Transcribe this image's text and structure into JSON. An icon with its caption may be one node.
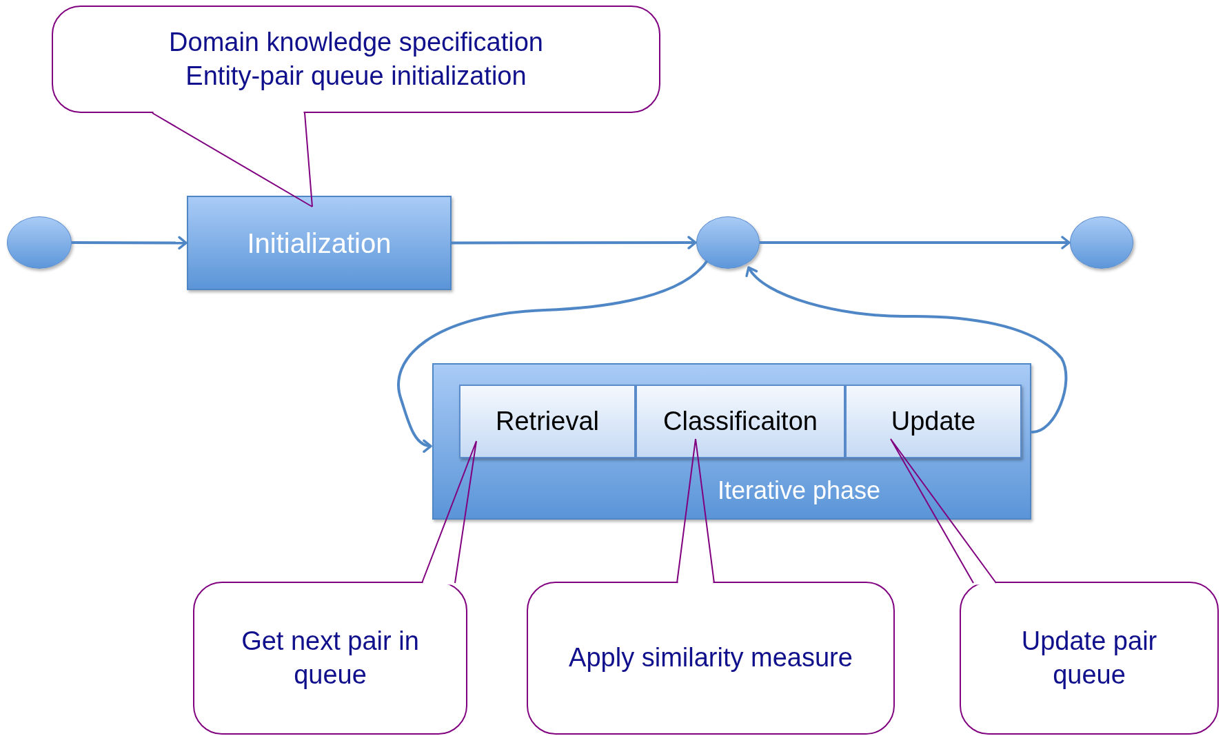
{
  "diagram": {
    "nodes": [
      {
        "text": [
          "Domain knowledge specification",
          "Entity-pair queue initialization"
        ]
      },
      {
        "text": [],
        "shape": "circle"
      },
      {
        "text": [
          "Initialization"
        ]
      },
      {
        "text": [],
        "shape": "circle"
      },
      {
        "text": [],
        "shape": "circle"
      },
      {
        "text": [
          "Iterative phase"
        ]
      },
      {
        "text": [
          "Retrieval"
        ],
        "in": 5
      },
      {
        "text": [
          "Classificaiton"
        ],
        "in": 5
      },
      {
        "text": [
          "Update"
        ],
        "in": 5
      },
      {
        "text": [
          "Get next pair in queue"
        ]
      },
      {
        "text": [
          "Apply similarity measure"
        ]
      },
      {
        "text": [
          "Update pair queue"
        ]
      }
    ],
    "edges": [
      {
        "from": 1,
        "to": 2,
        "arrow": "to"
      },
      {
        "from": 2,
        "to": 3,
        "arrow": "to"
      },
      {
        "from": 3,
        "to": 4,
        "arrow": "to"
      },
      {
        "from": 3,
        "to": 5,
        "arrow": "to"
      },
      {
        "from": 5,
        "to": 3,
        "arrow": "to"
      },
      {
        "from": 0,
        "to": 2,
        "arrow": "none",
        "color": "#800080"
      },
      {
        "from": 9,
        "to": 6,
        "arrow": "none",
        "color": "#800080"
      },
      {
        "from": 10,
        "to": 7,
        "arrow": "none",
        "color": "#800080"
      },
      {
        "from": 11,
        "to": 8,
        "arrow": "none",
        "color": "#800080"
      }
    ]
  }
}
